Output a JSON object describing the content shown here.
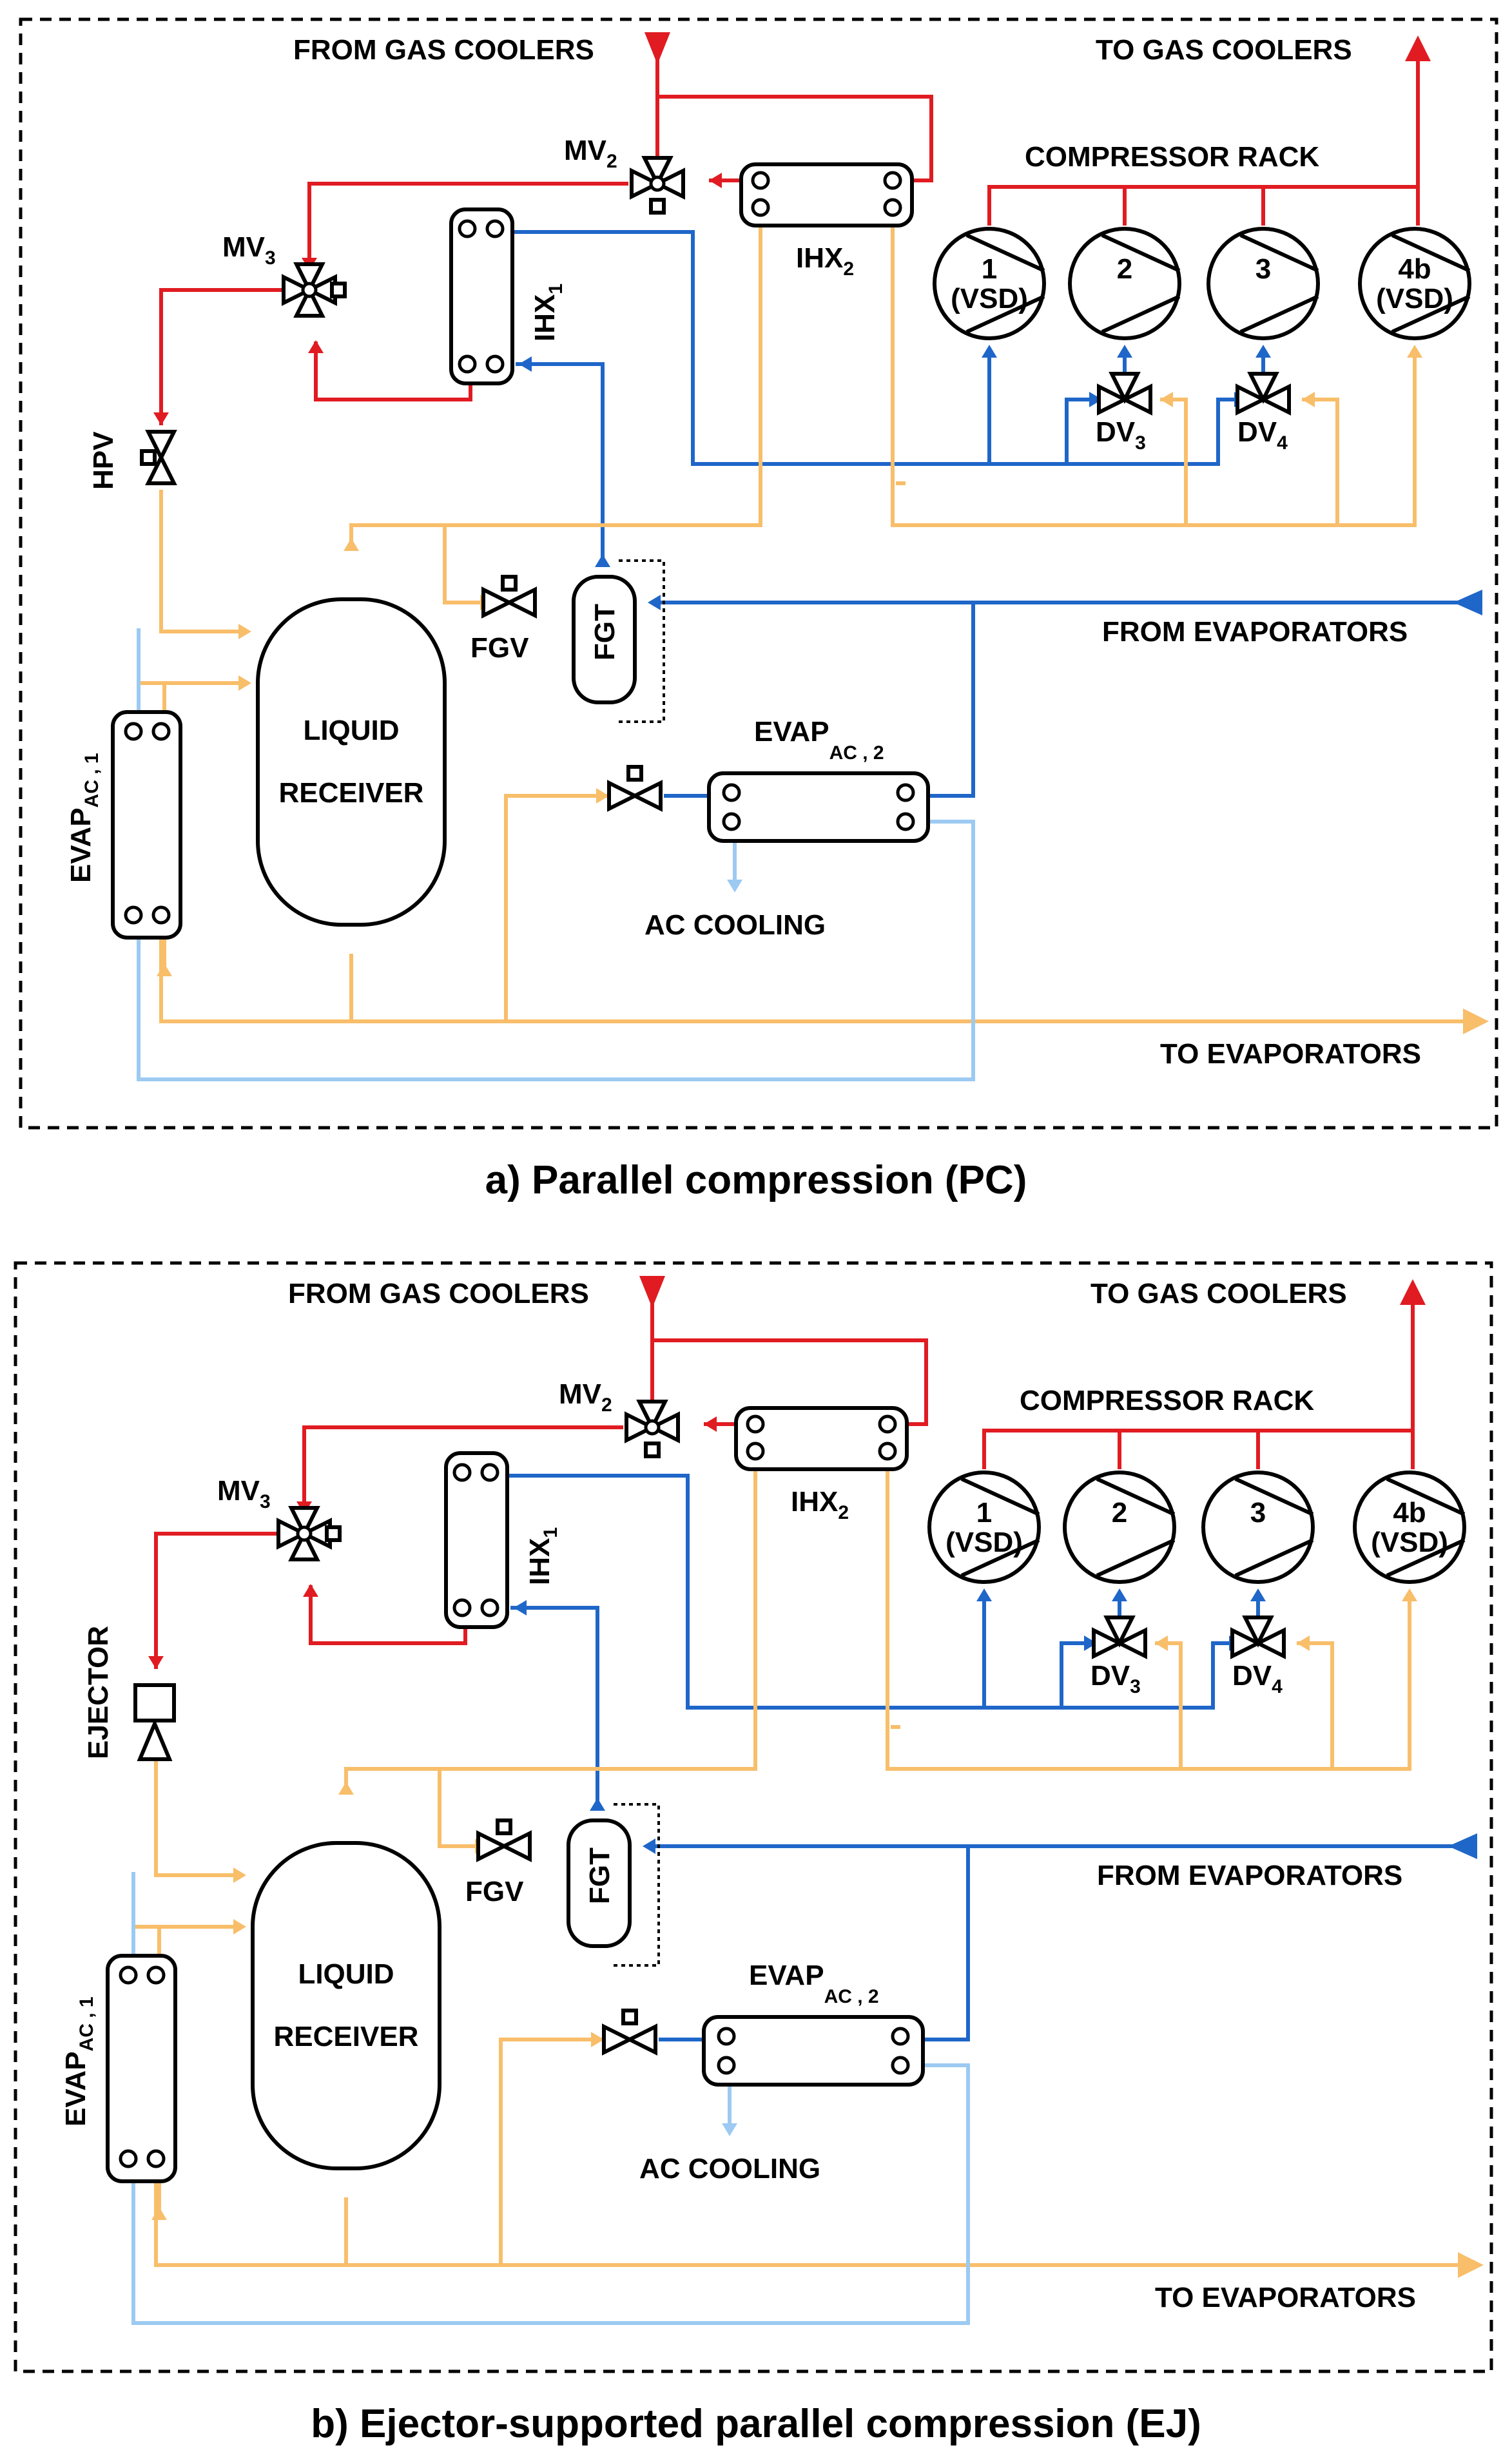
{
  "panels": [
    {
      "caption": "a) Parallel compression (PC)",
      "top_left_label": "FROM GAS COOLERS",
      "top_right_label": "TO GAS COOLERS",
      "rack_label": "COMPRESSOR RACK",
      "compressors": [
        {
          "num": "1",
          "sub": "(VSD)"
        },
        {
          "num": "2",
          "sub": ""
        },
        {
          "num": "3",
          "sub": ""
        },
        {
          "num": "4b",
          "sub": "(VSD)"
        }
      ],
      "mv2": {
        "main": "MV",
        "sub": "2"
      },
      "mv3": {
        "main": "MV",
        "sub": "3"
      },
      "ihx1": {
        "main": "IHX",
        "sub": "1"
      },
      "ihx2": {
        "main": "IHX",
        "sub": "2"
      },
      "dv3": {
        "main": "DV",
        "sub": "3"
      },
      "dv4": {
        "main": "DV",
        "sub": "4"
      },
      "expansion_label": "HPV",
      "fgv_label": "FGV",
      "fgt_label": "FGT",
      "receiver_line1": "LIQUID",
      "receiver_line2": "RECEIVER",
      "evap_ac1": {
        "main": "EVAP",
        "sub": "AC , 1"
      },
      "evap_ac2": {
        "main": "EVAP",
        "sub": "AC , 2"
      },
      "from_evaporators": "FROM  EVAPORATORS",
      "to_evaporators": "TO EVAPORATORS",
      "ac_cooling": "AC  COOLING"
    },
    {
      "caption": "b) Ejector-supported parallel compression (EJ)",
      "top_left_label": "FROM GAS COOLERS",
      "top_right_label": "TO GAS COOLERS",
      "rack_label": "COMPRESSOR RACK",
      "compressors": [
        {
          "num": "1",
          "sub": "(VSD)"
        },
        {
          "num": "2",
          "sub": ""
        },
        {
          "num": "3",
          "sub": ""
        },
        {
          "num": "4b",
          "sub": "(VSD)"
        }
      ],
      "mv2": {
        "main": "MV",
        "sub": "2"
      },
      "mv3": {
        "main": "MV",
        "sub": "3"
      },
      "ihx1": {
        "main": "IHX",
        "sub": "1"
      },
      "ihx2": {
        "main": "IHX",
        "sub": "2"
      },
      "dv3": {
        "main": "DV",
        "sub": "3"
      },
      "dv4": {
        "main": "DV",
        "sub": "4"
      },
      "expansion_label": "EJECTOR",
      "fgv_label": "FGV",
      "fgt_label": "FGT",
      "receiver_line1": "LIQUID",
      "receiver_line2": "RECEIVER",
      "evap_ac1": {
        "main": "EVAP",
        "sub": "AC , 1"
      },
      "evap_ac2": {
        "main": "EVAP",
        "sub": "AC , 2"
      },
      "from_evaporators": "FROM  EVAPORATORS",
      "to_evaporators": "TO EVAPORATORS",
      "ac_cooling": "AC  COOLING"
    }
  ],
  "colors": {
    "gas_cooler_line": "#e01c22",
    "suction_line": "#1f66c9",
    "liquid_line": "#f8be6a",
    "ac_water_line": "#9ccaf2"
  }
}
